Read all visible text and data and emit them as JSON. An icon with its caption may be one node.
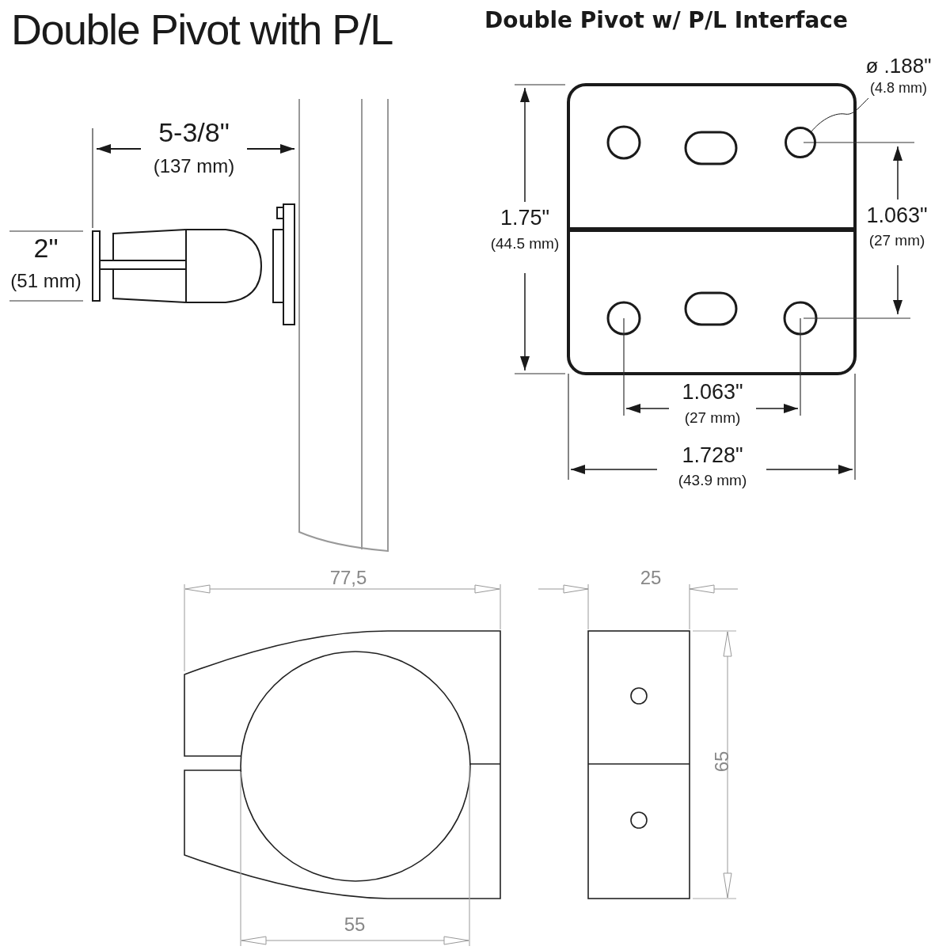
{
  "diagram": {
    "title": "Double Pivot with P/L",
    "nodes": [
      {
        "text": [
          "ø .188\"",
          "(4.8 mm)"
        ]
      },
      {
        "text": [],
        "shape": "circle"
      }
    ],
    "edges": [
      {
        "from": 0,
        "to": 1,
        "arrow": "none"
      }
    ],
    "labels": [
      "Double Pivot w/ P/L Interface",
      "5-3/8\"",
      "(137 mm)",
      "2\"",
      "(51 mm)",
      "1.75\"",
      "(44.5 mm)",
      "1.063\"",
      "(27 mm)",
      "1.063\"",
      "(27 mm)",
      "1.728\"",
      "(43.9 mm)",
      "77,5",
      "25",
      "65",
      "55"
    ]
  }
}
